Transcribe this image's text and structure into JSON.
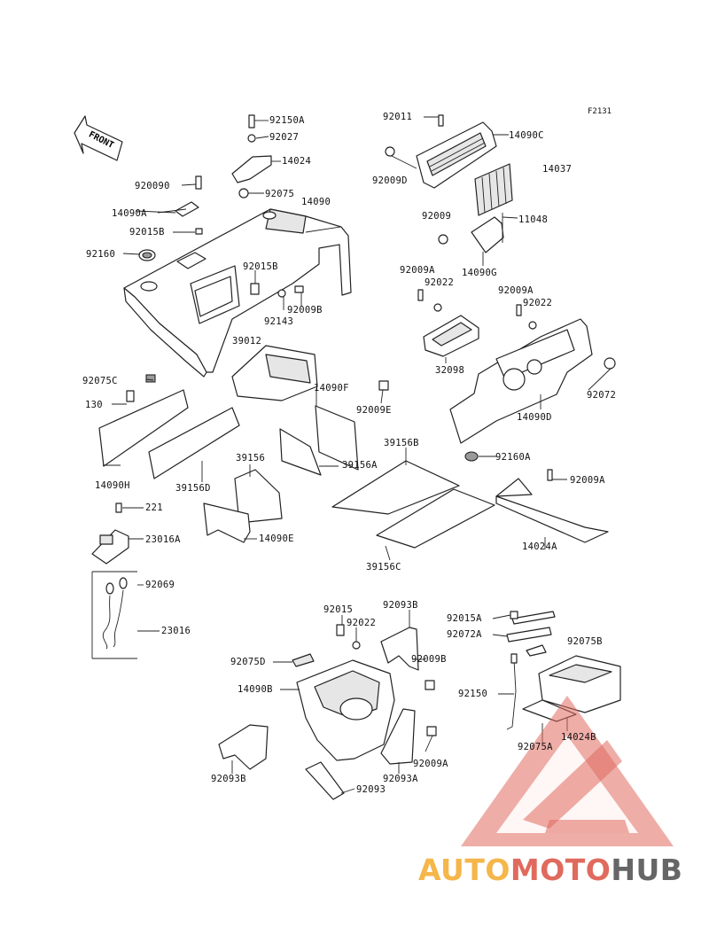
{
  "ref_code": "F2131",
  "front_label": "FRONT",
  "watermark": {
    "part1": "AUTO",
    "part2": "MOTO",
    "part3": "HUB",
    "color1": "#f5b64a",
    "color2": "#e06a5e",
    "color3": "#666666"
  },
  "labels": {
    "l92150A_top": "92150A",
    "l92027": "92027",
    "l14024": "14024",
    "l920090": "920090",
    "l92075": "92075",
    "l14090": "14090",
    "l14090A": "14090A",
    "l92015B_a": "92015B",
    "l92160": "92160",
    "l92015B_b": "92015B",
    "l92009B": "92009B",
    "l92143": "92143",
    "l92011": "92011",
    "l14090C": "14090C",
    "l14037": "14037",
    "l92009D": "92009D",
    "l92009": "92009",
    "l11048": "11048",
    "l14090G": "14090G",
    "l92009A_a": "92009A",
    "l92022_a": "92022",
    "l92009A_b": "92009A",
    "l92022_b": "92022",
    "l32098": "32098",
    "l92072": "92072",
    "l14090D": "14090D",
    "l39012": "39012",
    "l92075C": "92075C",
    "l130": "130",
    "l14090F": "14090F",
    "l92009E": "92009E",
    "l14090H": "14090H",
    "l39156D": "39156D",
    "l39156": "39156",
    "l39156A": "39156A",
    "l39156B": "39156B",
    "l92160A": "92160A",
    "l92009A_c": "92009A",
    "l221": "221",
    "l23016A": "23016A",
    "l14090E": "14090E",
    "l14024A": "14024A",
    "l39156C": "39156C",
    "l92069": "92069",
    "l23016": "23016",
    "l92015": "92015",
    "l92093B_a": "92093B",
    "l92022_c": "92022",
    "l92009B_b": "92009B",
    "l92075D": "92075D",
    "l14090B": "14090B",
    "l92015A": "92015A",
    "l92072A": "92072A",
    "l92075B": "92075B",
    "l92150": "92150",
    "l14024B": "14024B",
    "l92075A": "92075A",
    "l92093B_b": "92093B",
    "l92093A": "92093A",
    "l92009A_d": "92009A",
    "l92093": "92093"
  }
}
